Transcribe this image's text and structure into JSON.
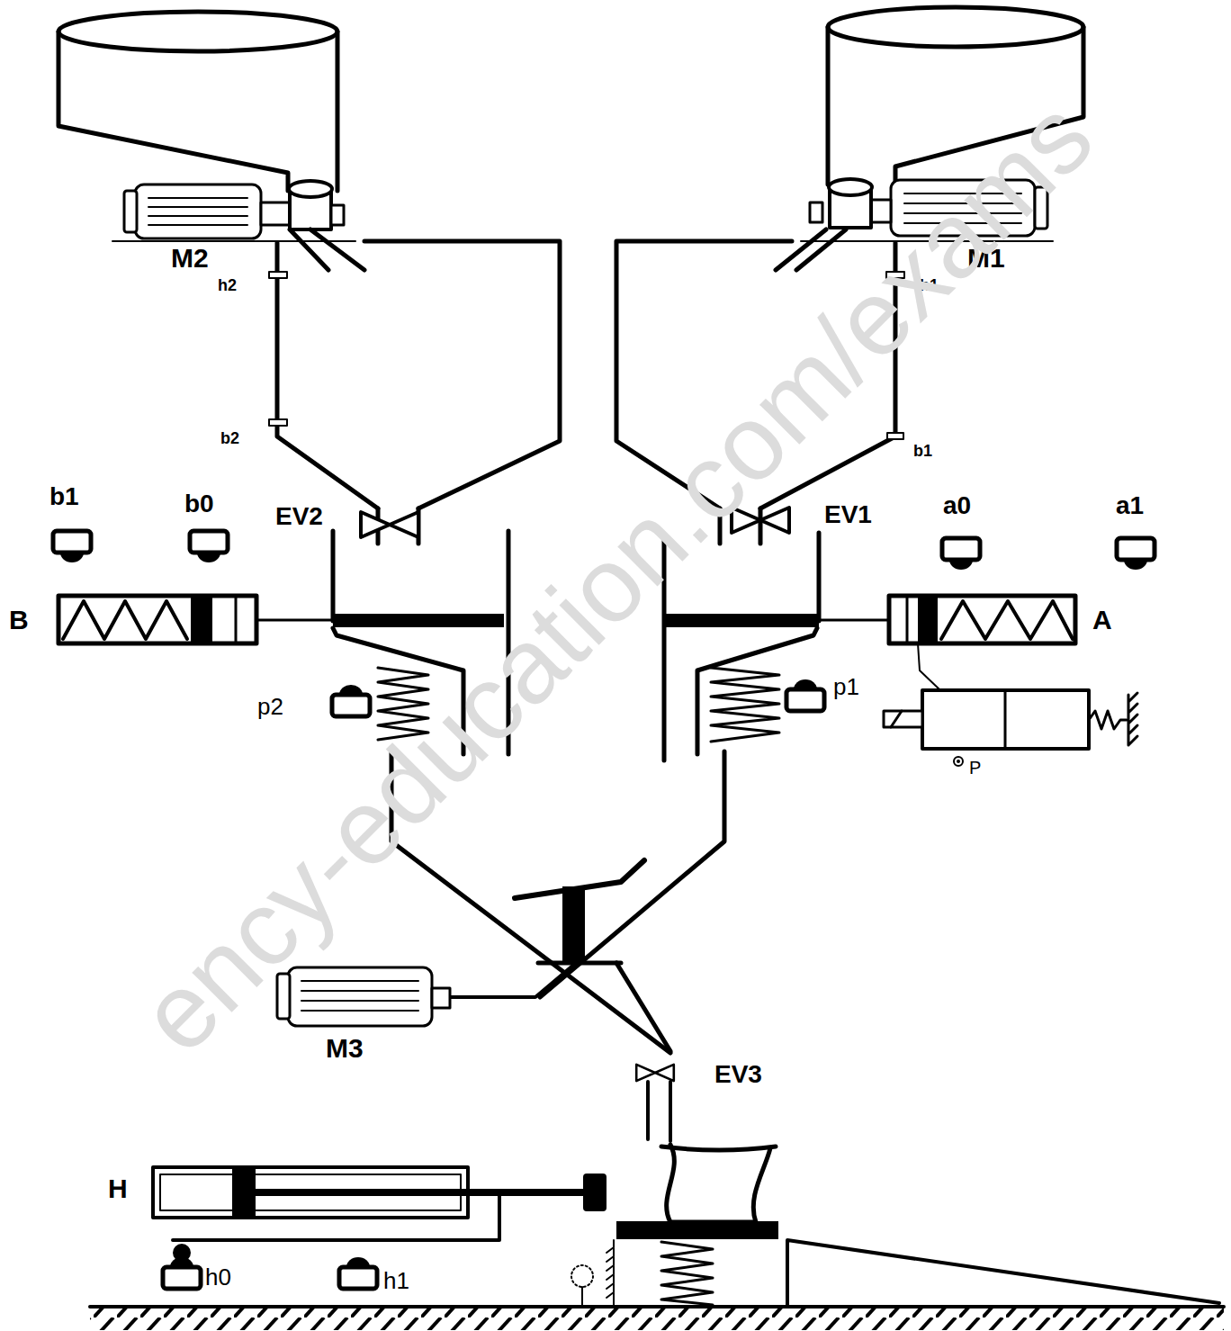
{
  "diagram": {
    "labels": [
      "M2",
      "M1",
      "h2",
      "h1",
      "b2",
      "b1",
      "b1",
      "b0",
      "EV2",
      "EV1",
      "a0",
      "a1",
      "B",
      "A",
      "p2",
      "p1",
      "P",
      "M3",
      "EV3",
      "H",
      "h0",
      "h1",
      "ency-education.com/exams"
    ]
  }
}
